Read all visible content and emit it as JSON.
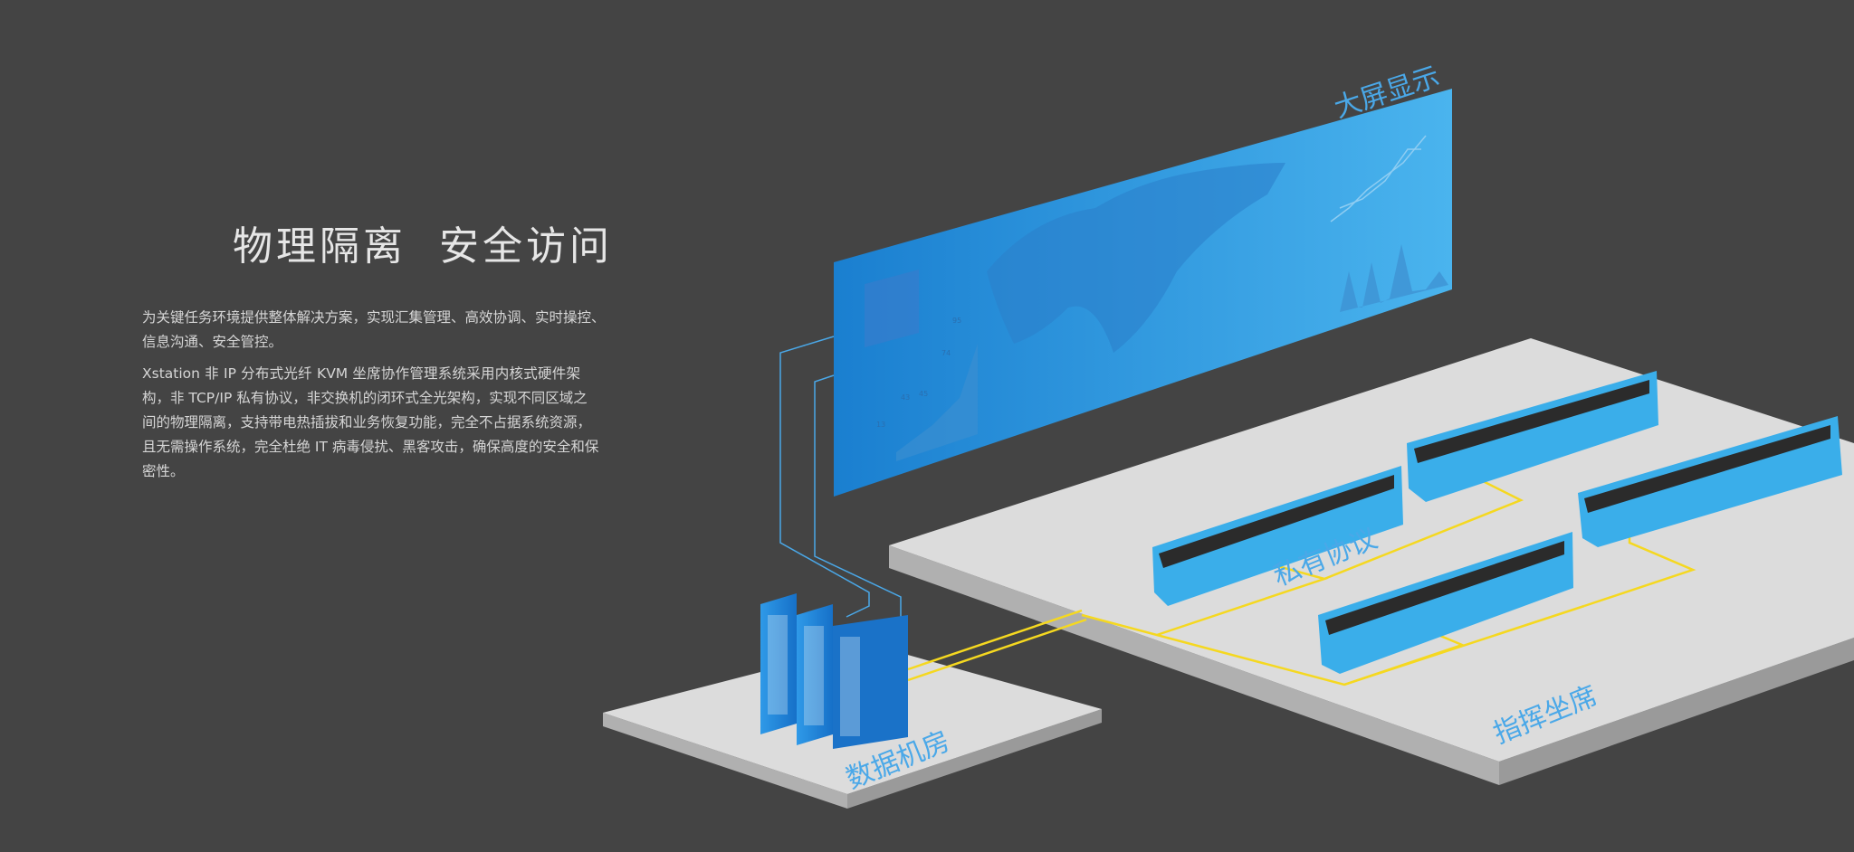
{
  "heading": {
    "title": "物理隔离  安全访问"
  },
  "description": {
    "paragraph1_lines": [
      "为关键任务环境提供整体解决方案，实现汇集管理、高效协调、实时操控、",
      "信息沟通、安全管控。"
    ],
    "paragraph2_lines": [
      "Xstation 非 IP 分布式光纤 KVM 坐席协作管理系统采用内核式硬件架",
      "构，非  TCP/IP  私有协议，非交换机的闭环式全光架构，实现不同区域之",
      "间的物理隔离，支持带电热插拔和业务恢复功能，完全不占据系统资源，",
      "且无需操作系统，完全杜绝 IT 病毒侵扰、黑客攻击，确保高度的安全和保",
      "密性。"
    ]
  },
  "diagram": {
    "labels": {
      "big_screen": "大屏显示",
      "private_protocol": "私有协议",
      "command_seats": "指挥坐席",
      "data_room": "数据机房"
    },
    "screen_values": [
      "13",
      "43",
      "45",
      "74",
      "95"
    ],
    "colors": {
      "background": "#444444",
      "screen_left": "#1a7fd0",
      "screen_right": "#4ab4ee",
      "platform_top": "#dcdcdc",
      "platform_side": "#a8a8a8",
      "console": "#3aaeea",
      "cable_yellow": "#f5d820",
      "cable_blue": "#4aa8e8",
      "label": "#4aa8e8"
    }
  }
}
